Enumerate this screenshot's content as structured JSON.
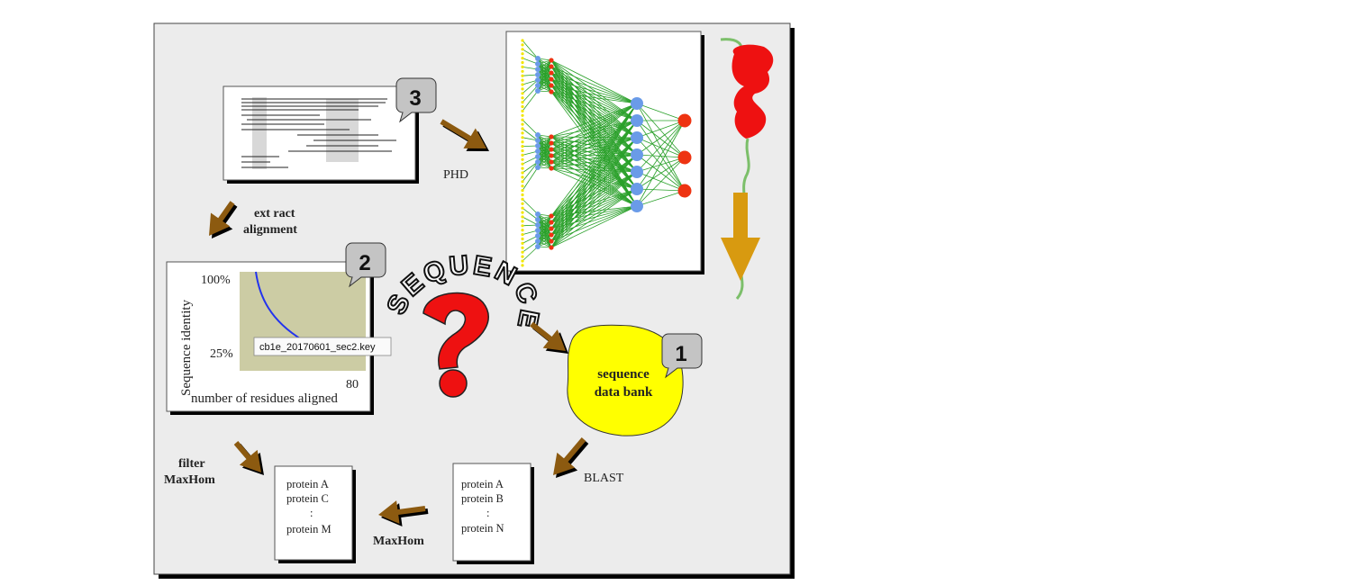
{
  "badges": [
    "1",
    "2",
    "3"
  ],
  "databank": {
    "line1": "sequence",
    "line2": "data bank"
  },
  "swirl_text": "SEQUENCE",
  "steps": {
    "phd": "PHD",
    "extract_1": "ext ract",
    "extract_2": "alignment",
    "filter_1": "filter",
    "filter_2": "MaxHom",
    "maxhom": "MaxHom",
    "blast": "BLAST"
  },
  "blast_list": [
    "protein A",
    "protein B",
    ":",
    "protein N"
  ],
  "filtered_list": [
    "protein A",
    "protein C",
    ":",
    "protein M"
  ],
  "graph": {
    "ylabel": "Sequence identity",
    "xlabel": "number of residues aligned",
    "y_top": "100%",
    "y_bottom": "25%",
    "x_right": "80"
  },
  "tooltip": "cb1e_20170601_sec2.key",
  "colors": {
    "panel": "#ececec",
    "arrow": "#8c5a10",
    "databank": "#ffff00",
    "net_edge": "#2aa02a",
    "hidden_node": "#6a9be8",
    "output_node": "#ee3311",
    "input_node": "#f2e600",
    "graph_bg": "#cccca4",
    "curve": "#2233ee",
    "question": "#ee1111",
    "protein": "#ee1111",
    "down_arrow": "#d89a10"
  },
  "icons": [
    "question-mark-icon",
    "protein-structure-icon",
    "down-arrow-icon",
    "speech-balloon-icon"
  ]
}
